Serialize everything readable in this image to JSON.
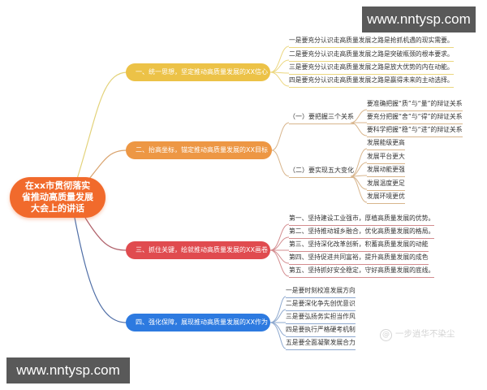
{
  "root": {
    "title_lines": [
      "在xx市贯彻落实",
      "省推动高质量发展",
      "大会上的讲话"
    ],
    "color": "#f16a2c"
  },
  "branches": [
    {
      "label": "一、统一思想，坚定推动高质量发展的XX信心",
      "color": "#ecc247",
      "items": [
        "一是要充分认识走高质量发展之路是抢抓机遇的现实需要。",
        "二是要充分认识走高质量发展之路是突破瓶颈的根本要求。",
        "三是要充分认识走高质量发展之路是放大优势的内在动能。",
        "四是要充分认识走高质量发展之路是赢得未来的主动选择。"
      ]
    },
    {
      "label": "二、抬高坐标，锚定推动高质量发展的XX目标",
      "color": "#ed9744",
      "subs": [
        {
          "label": "（一）要把握三个关系",
          "items": [
            "要准确把握“质”与“量”的辩证关系",
            "要充分把握“舍”与“得”的辩证关系",
            "要科学把握“稳”与“进”的辩证关系"
          ]
        },
        {
          "label": "（二）要实现五大变化",
          "items": [
            "发展能级更高",
            "发展平台更大",
            "发展动能更强",
            "发展温度更足",
            "发展环境更优"
          ]
        }
      ]
    },
    {
      "label": "三、抓住关键，绘就推动高质量发展的XX画卷",
      "color": "#e04b4f",
      "items": [
        "第一、坚持建设工业强市，厚植高质量发展的优势。",
        "第二、坚持推动城乡融合，优化高质量发展的格局。",
        "第三、坚持深化改革创新，积蓄高质量发展的动能",
        "第四、坚持促进共同富裕，提升高质量发展的成色",
        "第五、坚持抓好安全稳定，守好高质量发展的底线。"
      ]
    },
    {
      "label": "四、强化保障，展现推动高质量发展的XX作为",
      "color": "#2d7ae0",
      "items": [
        "一是要时刻校准发展方向",
        "二是要深化争先创优意识",
        "三是要弘扬务实担当作风",
        "四是要执行严格硬考机制",
        "五是要全面凝聚发展合力"
      ]
    }
  ],
  "watermarks": {
    "top": "www.nntysp.com",
    "bottom": "www.nntysp.com"
  },
  "credit": {
    "icon": "@",
    "text": "一步逍华不染尘"
  }
}
